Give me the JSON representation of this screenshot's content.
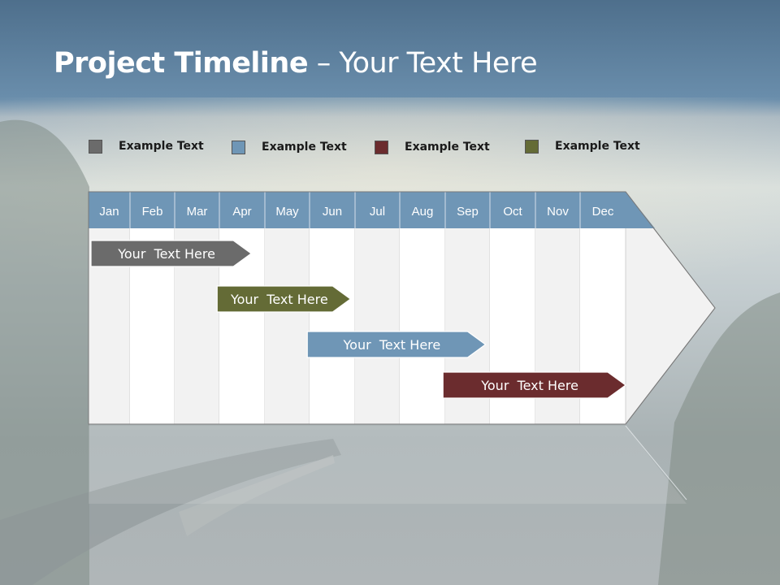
{
  "title": {
    "bold": "Project Timeline",
    "rest": " – Your Text Here"
  },
  "legend": [
    {
      "label": "Example Text",
      "color": "#6b6b6b"
    },
    {
      "label": "Example Text",
      "color": "#6f96b6"
    },
    {
      "label": "Example Text",
      "color": "#6b2c2e"
    },
    {
      "label": "Example Text",
      "color": "#646b36"
    }
  ],
  "months": [
    "Jan",
    "Feb",
    "Mar",
    "Apr",
    "May",
    "Jun",
    "Jul",
    "Aug",
    "Sep",
    "Oct",
    "Nov",
    "Dec"
  ],
  "tasks": [
    {
      "label": "Your  Text Here",
      "color": "#6b6b6b",
      "start": 0.0,
      "end": 3.7
    },
    {
      "label": "Your  Text Here",
      "color": "#646b36",
      "start": 2.95,
      "end": 5.9
    },
    {
      "label": "Your  Text Here",
      "color": "#6f96b6",
      "start": 4.95,
      "end": 8.9
    },
    {
      "label": "Your  Text Here",
      "color": "#6b2c2e",
      "start": 7.95,
      "end": 12.0
    }
  ],
  "colors": {
    "header": "#6f96b6",
    "header_text": "#ffffff"
  }
}
